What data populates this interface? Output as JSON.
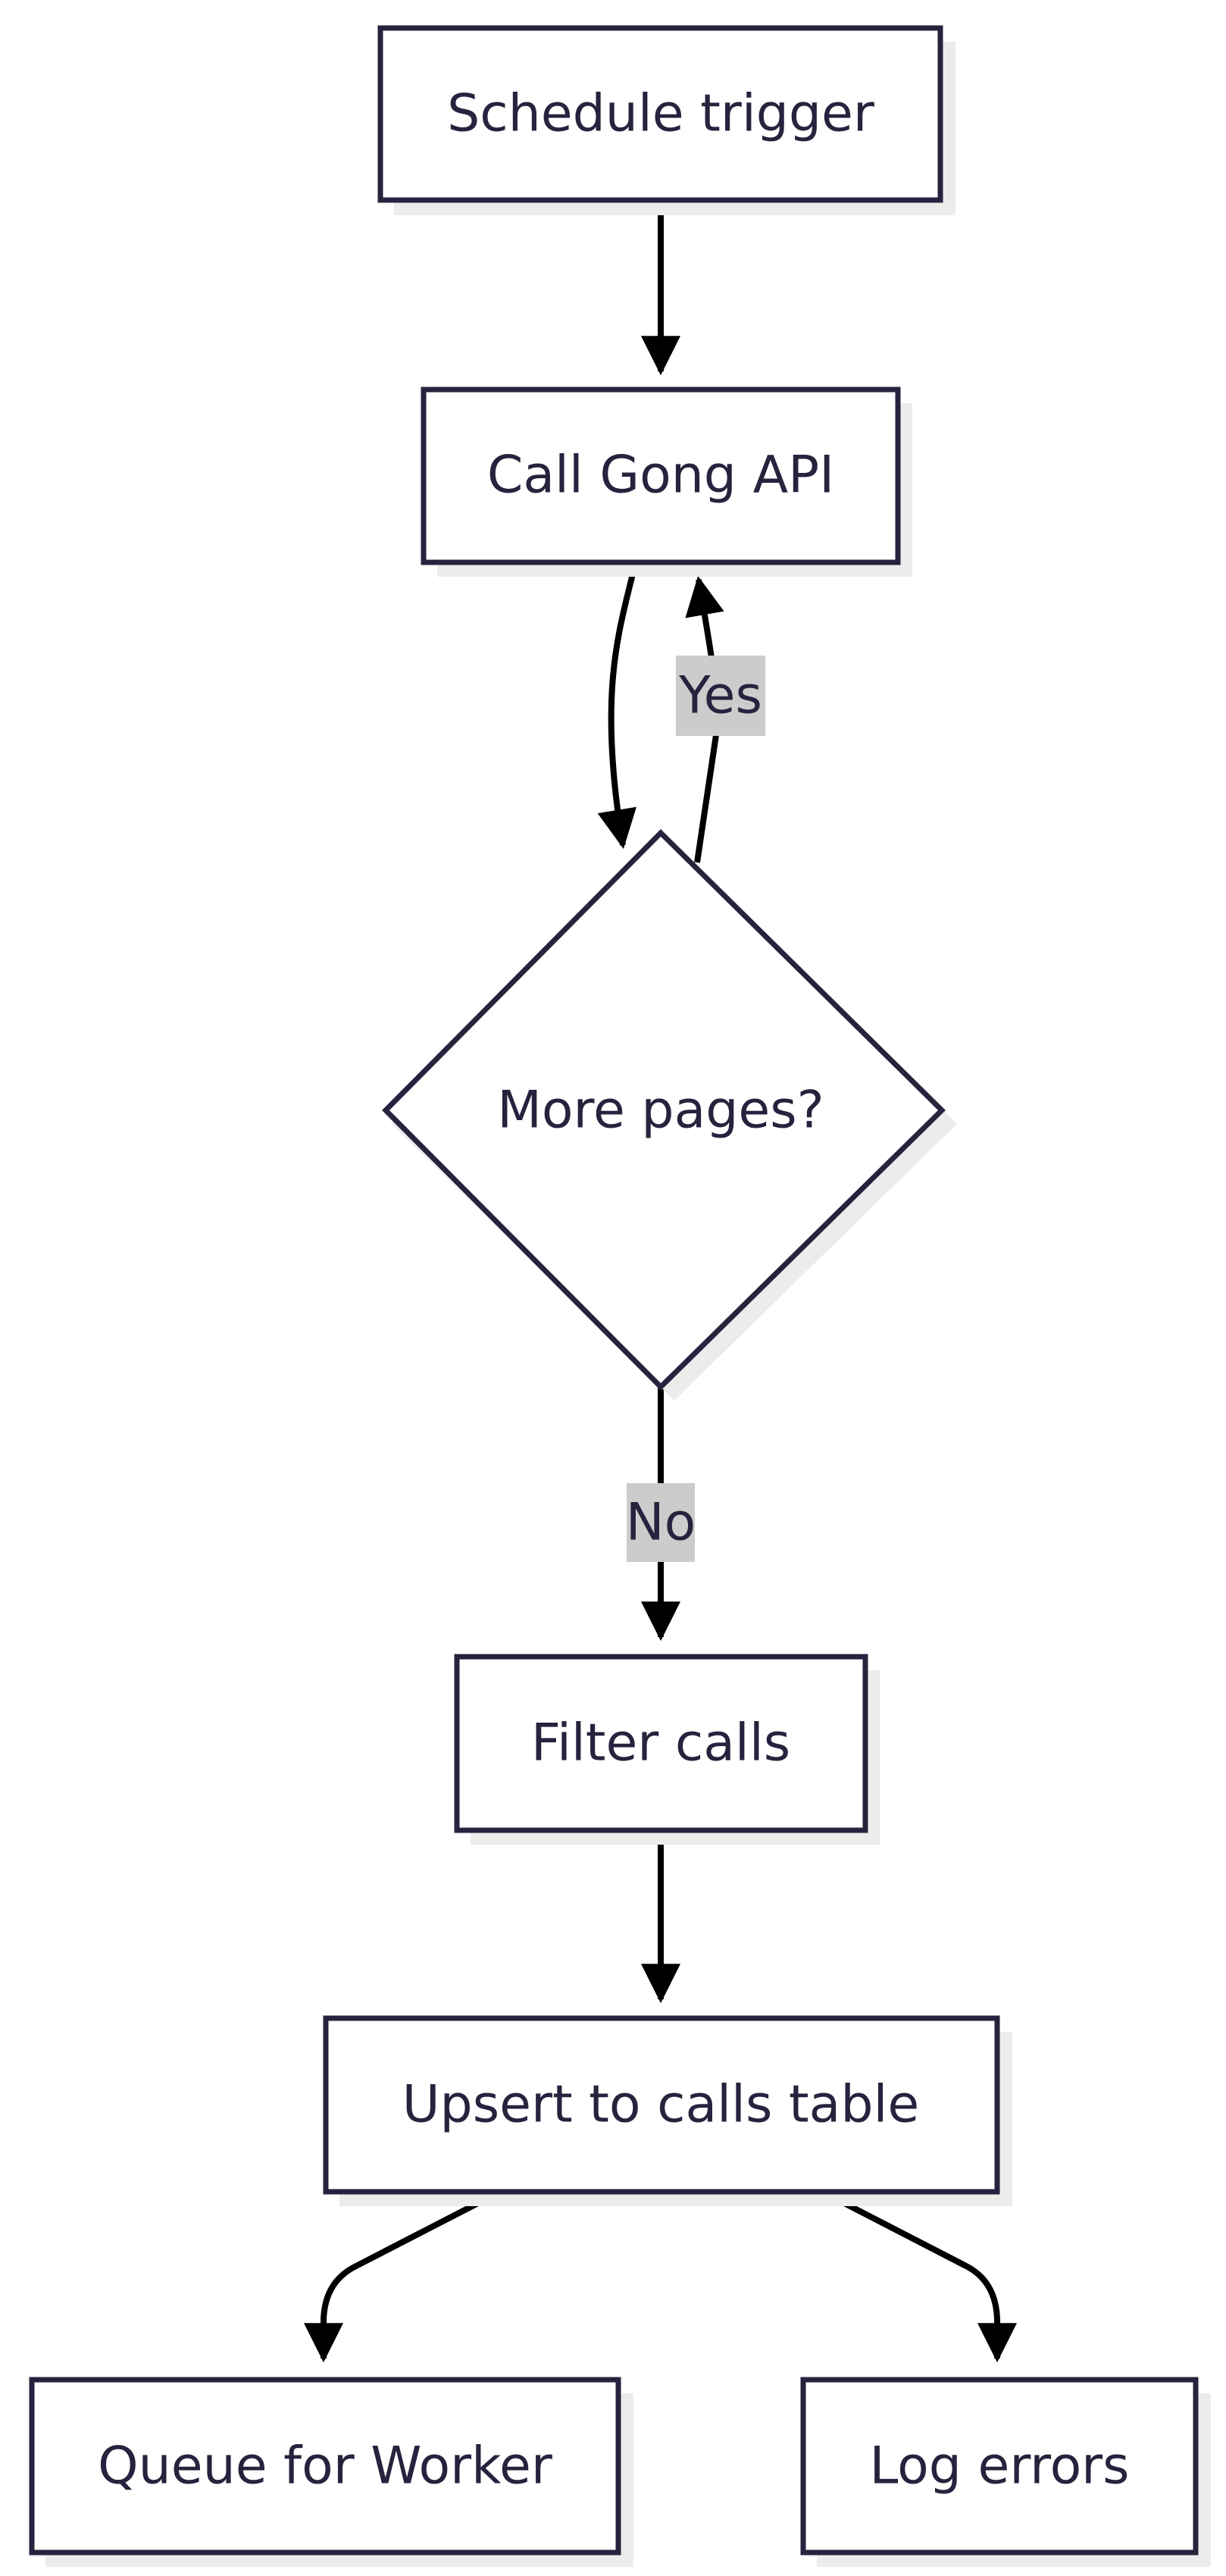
{
  "diagram": {
    "type": "flowchart",
    "nodes": {
      "schedule": {
        "label": "Schedule trigger",
        "shape": "rect"
      },
      "call_api": {
        "label": "Call Gong API",
        "shape": "rect"
      },
      "more_pages": {
        "label": "More pages?",
        "shape": "diamond"
      },
      "filter": {
        "label": "Filter calls",
        "shape": "rect"
      },
      "upsert": {
        "label": "Upsert to calls table",
        "shape": "rect"
      },
      "queue": {
        "label": "Queue for Worker",
        "shape": "rect"
      },
      "log": {
        "label": "Log errors",
        "shape": "rect"
      }
    },
    "edges": [
      {
        "from": "schedule",
        "to": "call_api",
        "label": ""
      },
      {
        "from": "call_api",
        "to": "more_pages",
        "label": ""
      },
      {
        "from": "more_pages",
        "to": "call_api",
        "label": "Yes"
      },
      {
        "from": "more_pages",
        "to": "filter",
        "label": "No"
      },
      {
        "from": "filter",
        "to": "upsert",
        "label": ""
      },
      {
        "from": "upsert",
        "to": "queue",
        "label": ""
      },
      {
        "from": "upsert",
        "to": "log",
        "label": ""
      }
    ],
    "colors": {
      "node_stroke": "#25233d",
      "node_fill": "#ffffff",
      "node_shadow": "#ececec",
      "text": "#25233d",
      "edge": "#000000",
      "edge_label_bg": "#cccccc"
    }
  }
}
